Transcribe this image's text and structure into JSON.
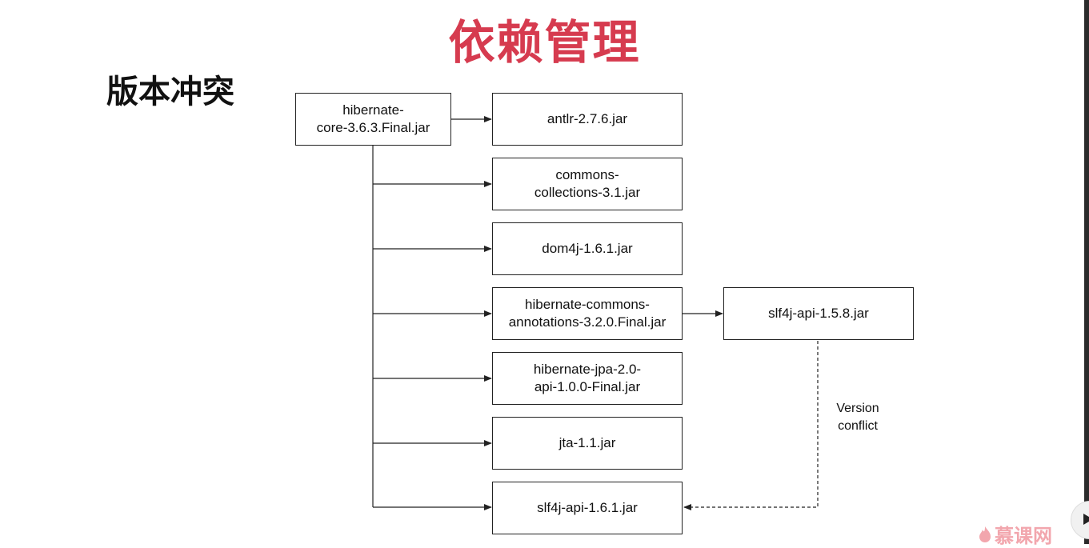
{
  "title": "依赖管理",
  "subtitle": "版本冲突",
  "diagram": {
    "nodes": {
      "root": "hibernate-\ncore-3.6.3.Final.jar",
      "antlr": "antlr-2.7.6.jar",
      "commons": "commons-\ncollections-3.1.jar",
      "dom4j": "dom4j-1.6.1.jar",
      "hca": "hibernate-commons-\nannotations-3.2.0.Final.jar",
      "jpa": "hibernate-jpa-2.0-\napi-1.0.0-Final.jar",
      "jta": "jta-1.1.jar",
      "slf161": "slf4j-api-1.6.1.jar",
      "slf158": "slf4j-api-1.5.8.jar"
    },
    "conflict_label": "Version\nconflict"
  },
  "watermark": "慕课网",
  "colors": {
    "title": "#d63b4f",
    "line": "#222222"
  },
  "icons": {
    "play": "play-icon",
    "logo": "flame-icon"
  }
}
